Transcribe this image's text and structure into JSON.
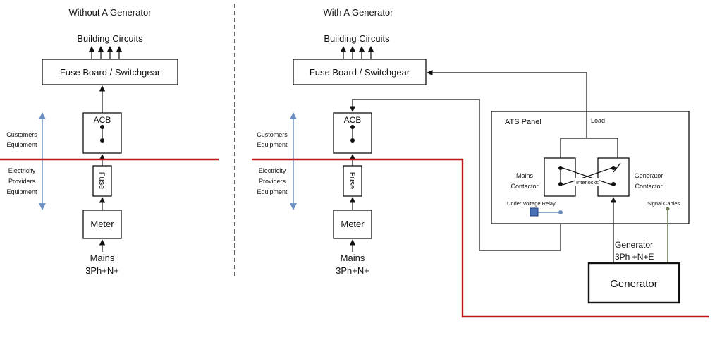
{
  "left": {
    "title": "Without A Generator",
    "building_circuits": "Building Circuits",
    "fuse_board": "Fuse Board / Switchgear",
    "acb": "ACB",
    "fuse": "Fuse",
    "meter": "Meter",
    "mains_line1": "Mains",
    "mains_line2": "3Ph+N+",
    "customers_line1": "Customers",
    "customers_line2": "Equipment",
    "provider_line1": "Electricity",
    "provider_line2": "Providers",
    "provider_line3": "Equipment"
  },
  "right": {
    "title": "With A Generator",
    "building_circuits": "Building Circuits",
    "fuse_board": "Fuse Board / Switchgear",
    "acb": "ACB",
    "fuse": "Fuse",
    "meter": "Meter",
    "mains_line1": "Mains",
    "mains_line2": "3Ph+N+",
    "customers_line1": "Customers",
    "customers_line2": "Equipment",
    "provider_line1": "Electricity",
    "provider_line2": "Providers",
    "provider_line3": "Equipment"
  },
  "ats": {
    "panel_label": "ATS Panel",
    "load": "Load",
    "mains_contactor_line1": "Mains",
    "mains_contactor_line2": "Contactor",
    "interlocks": "Interlocks",
    "generator_contactor_line1": "Generator",
    "generator_contactor_line2": "Contactor",
    "under_voltage_relay": "Under Voltage Relay",
    "signal_cables": "Signal Cables",
    "generator_feed_line1": "Generator",
    "generator_feed_line2": "3Ph +N+E",
    "generator": "Generator"
  },
  "colors": {
    "boundary_line": "#c0161b",
    "zone_arrow": "#6a8fc0",
    "relay_fill": "#4a72b8",
    "signal_cable": "#6f7f5a"
  }
}
